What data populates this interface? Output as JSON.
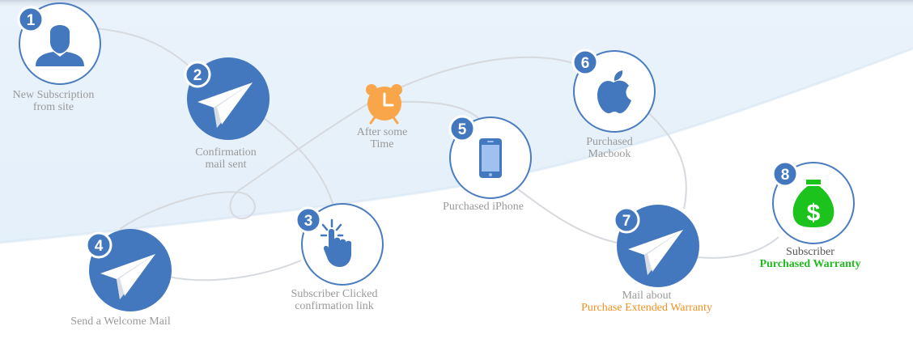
{
  "colors": {
    "brand_blue": "#4478be",
    "ring_blue": "#4a7cc0",
    "path_gray": "#d6d9de",
    "label_gray": "#9a9a9a",
    "clock_orange": "#f9a54a",
    "money_green": "#1cc31c",
    "highlight_orange": "#f39222",
    "highlight_green": "#22bb22"
  },
  "steps": [
    {
      "number": "1",
      "icon": "user-silhouette-icon",
      "label_lines": [
        "New Subscription",
        "from site"
      ]
    },
    {
      "number": "2",
      "icon": "paper-plane-icon",
      "label_lines": [
        "Confirmation",
        "mail sent"
      ]
    },
    {
      "number": "3",
      "icon": "pointing-hand-click-icon",
      "label_lines": [
        "Subscriber Clicked",
        "confirmation link"
      ]
    },
    {
      "number": "4",
      "icon": "paper-plane-icon",
      "label_lines": [
        "Send a Welcome Mail"
      ]
    },
    {
      "number": "5",
      "icon": "smartphone-icon",
      "label_lines": [
        "Purchased iPhone"
      ]
    },
    {
      "number": "6",
      "icon": "apple-logo-icon",
      "label_lines": [
        "Purchased",
        "Macbook"
      ]
    },
    {
      "number": "7",
      "icon": "paper-plane-icon",
      "label_lines": [
        "Mail about"
      ],
      "highlight": "Purchase Extended Warranty"
    },
    {
      "number": "8",
      "icon": "money-bag-icon",
      "label_lines": [
        "Subscriber"
      ],
      "highlight": "Purchased Warranty"
    }
  ],
  "delay": {
    "icon": "alarm-clock-icon",
    "label_lines": [
      "After some",
      "Time"
    ]
  }
}
